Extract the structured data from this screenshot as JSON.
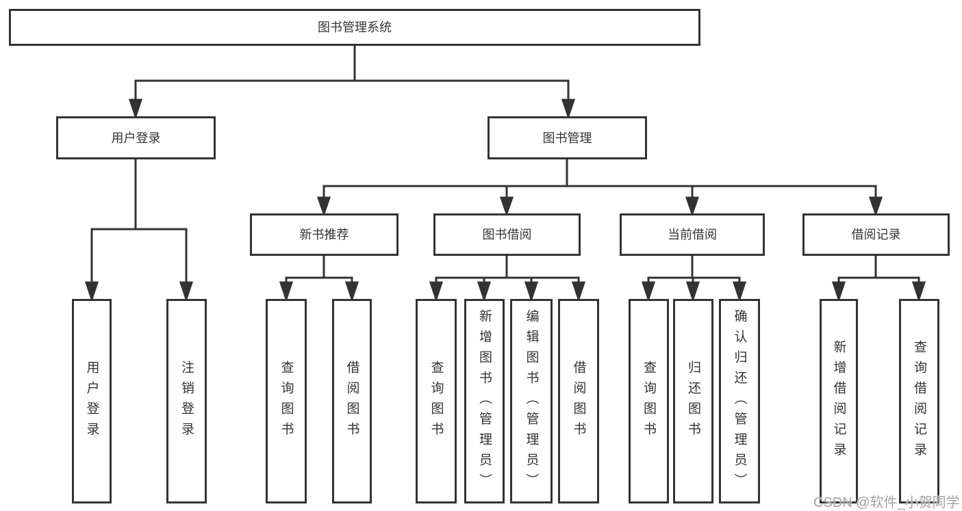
{
  "nodes": {
    "root": {
      "label": "图书管理系统"
    },
    "user_login": {
      "label": "用户登录"
    },
    "book_management": {
      "label": "图书管理"
    },
    "user_login_sub": {
      "label": "用户登录"
    },
    "logout": {
      "label": "注销登录"
    },
    "new_book_recommend": {
      "label": "新书推荐"
    },
    "book_borrow": {
      "label": "图书借阅"
    },
    "current_borrow": {
      "label": "当前借阅"
    },
    "borrow_records": {
      "label": "借阅记录"
    },
    "nb_query_books": {
      "label": "查询图书"
    },
    "nb_borrow_books": {
      "label": "借阅图书"
    },
    "bb_query_books": {
      "label": "查询图书"
    },
    "bb_add_books": {
      "label": "新增图书（管理员）"
    },
    "bb_edit_books": {
      "label": "编辑图书（管理员）"
    },
    "bb_borrow_books": {
      "label": "借阅图书"
    },
    "cb_query_books": {
      "label": "查询图书"
    },
    "cb_return_books": {
      "label": "归还图书"
    },
    "cb_confirm_return": {
      "label": "确认归还（管理员）"
    },
    "br_add_record": {
      "label": "新增借阅记录"
    },
    "br_query_record": {
      "label": "查询借阅记录"
    }
  },
  "watermark": {
    "text": "CSDN @软件_小贺同学"
  },
  "colors": {
    "line": "#333333",
    "text": "#333333",
    "background": "#ffffff",
    "watermark": "#919191"
  }
}
